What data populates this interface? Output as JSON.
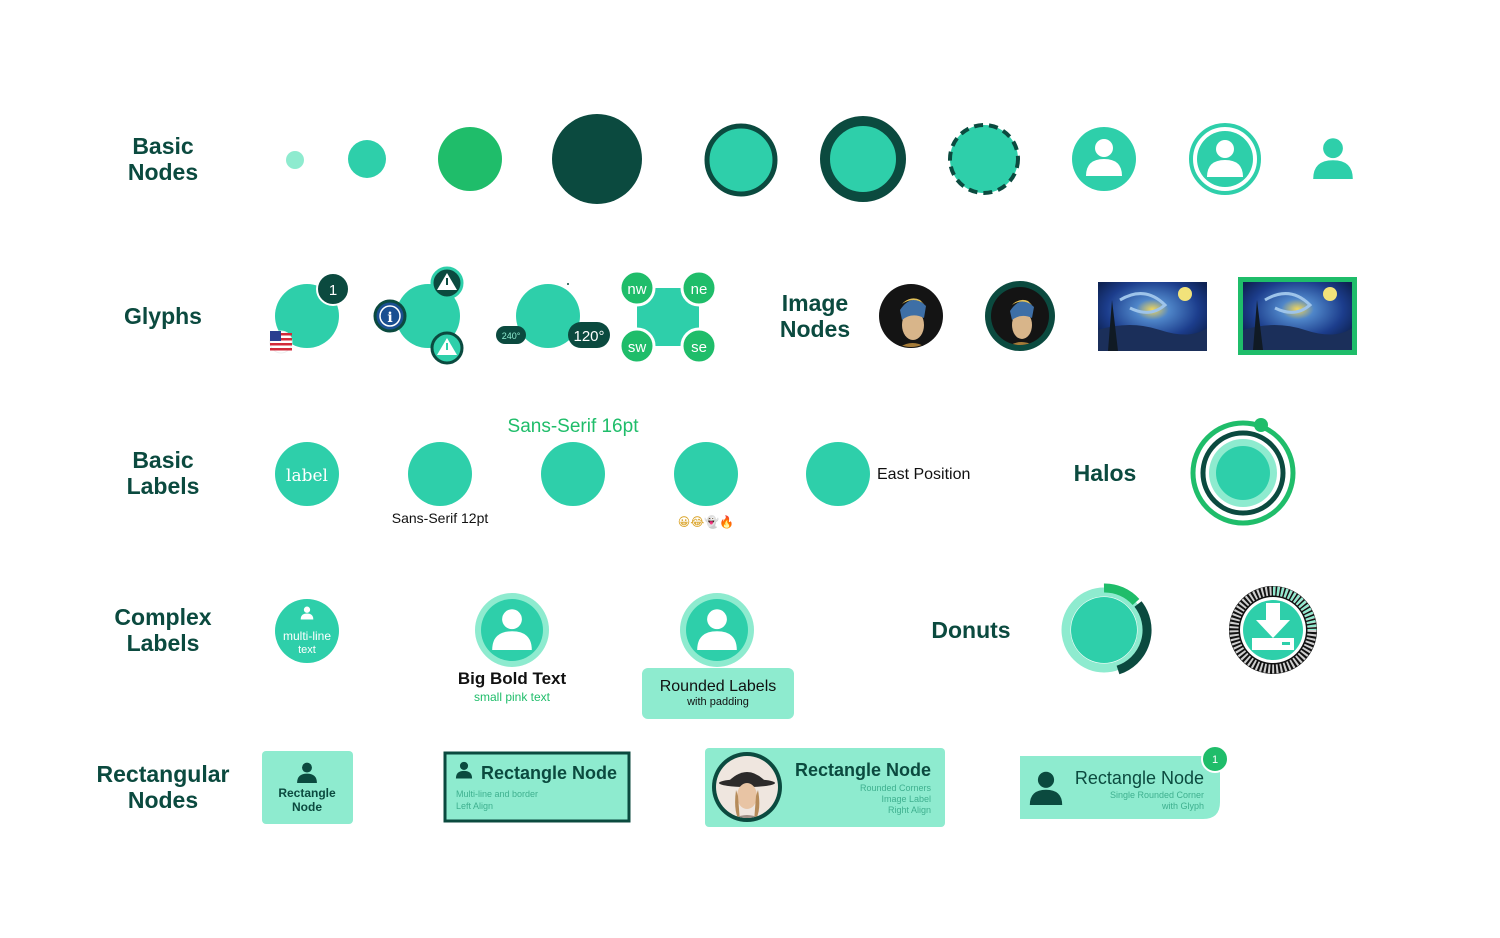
{
  "colors": {
    "teal": "#2ecfaa",
    "dark": "#0b4a3f",
    "green": "#1fbd6a",
    "mint": "#8eebcf",
    "light_teal": "#8fe9cf",
    "blue": "#1a4f91"
  },
  "sections": {
    "basic_nodes": "Basic\nNodes",
    "glyphs": "Glyphs",
    "image_nodes": "Image\nNodes",
    "basic_labels": "Basic\nLabels",
    "halos": "Halos",
    "complex_labels": "Complex\nLabels",
    "donuts": "Donuts",
    "rectangular_nodes": "Rectangular\nNodes"
  },
  "glyphs": {
    "count_badge": "1",
    "info": "i",
    "angle_small": "240°",
    "angle_large": "120°",
    "nw": "nw",
    "ne": "ne",
    "sw": "sw",
    "se": "se"
  },
  "labels": {
    "inside_serif": "label",
    "sans_12": "Sans-Serif 12pt",
    "sans_16": "Sans-Serif 16pt",
    "emoji": "😀😂👻🔥",
    "east": "East Position"
  },
  "complex": {
    "multiline_1": "multi-line",
    "multiline_2": "text",
    "big_bold": "Big Bold Text",
    "small_pink": "small pink text",
    "rounded_title": "Rounded Labels",
    "rounded_sub": "with padding"
  },
  "rect_nodes": {
    "r1_line1": "Rectangle",
    "r1_line2": "Node",
    "r2_title": "Rectangle Node",
    "r2_sub1": "Multi-line and border",
    "r2_sub2": "Left Align",
    "r3_title": "Rectangle Node",
    "r3_sub1": "Rounded Corners",
    "r3_sub2": "Image Label",
    "r3_sub3": "Right Align",
    "r4_title": "Rectangle Node",
    "r4_sub1": "Single Rounded Corner",
    "r4_sub2": "with Glyph",
    "r4_badge": "1"
  },
  "icons": [
    "person-icon",
    "warning-icon",
    "info-icon",
    "us-flag-icon",
    "download-icon"
  ]
}
